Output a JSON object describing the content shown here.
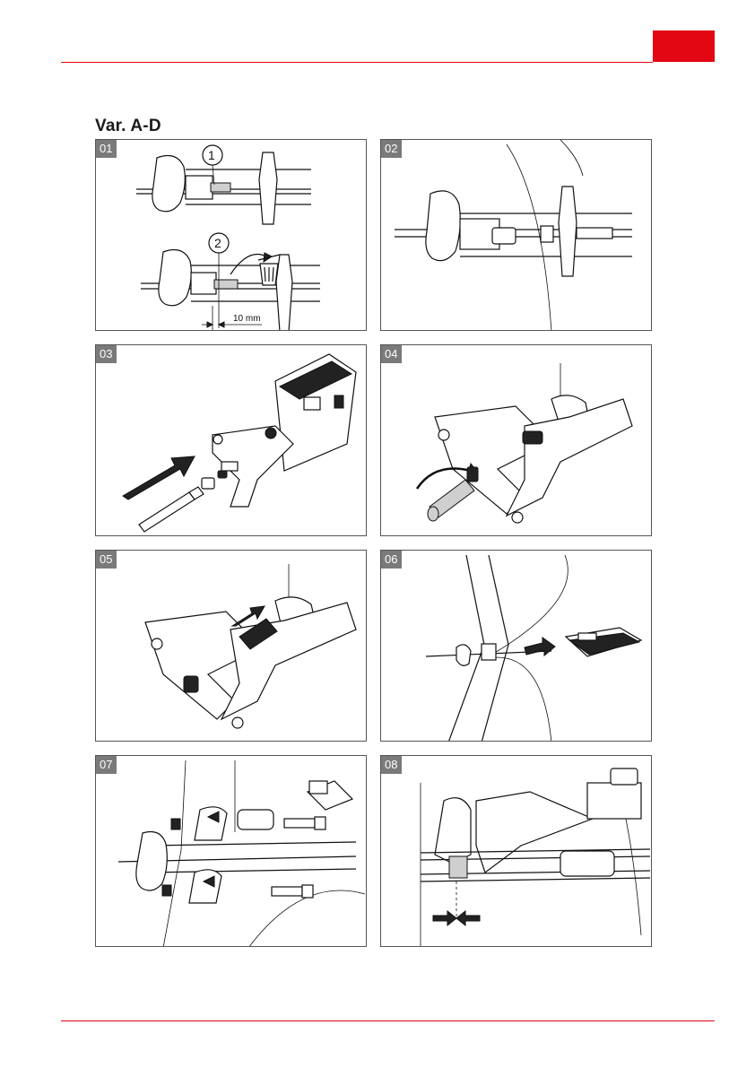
{
  "colors": {
    "accent": "#e30613",
    "badge": "#7a7a7a"
  },
  "section": {
    "title": "Var. A-D"
  },
  "steps": [
    {
      "number": "01",
      "callouts": [
        "1",
        "2"
      ],
      "dimension": "10 mm",
      "icon": "trash-bin-icon"
    },
    {
      "number": "02"
    },
    {
      "number": "03"
    },
    {
      "number": "04"
    },
    {
      "number": "05"
    },
    {
      "number": "06"
    },
    {
      "number": "07"
    },
    {
      "number": "08"
    }
  ]
}
